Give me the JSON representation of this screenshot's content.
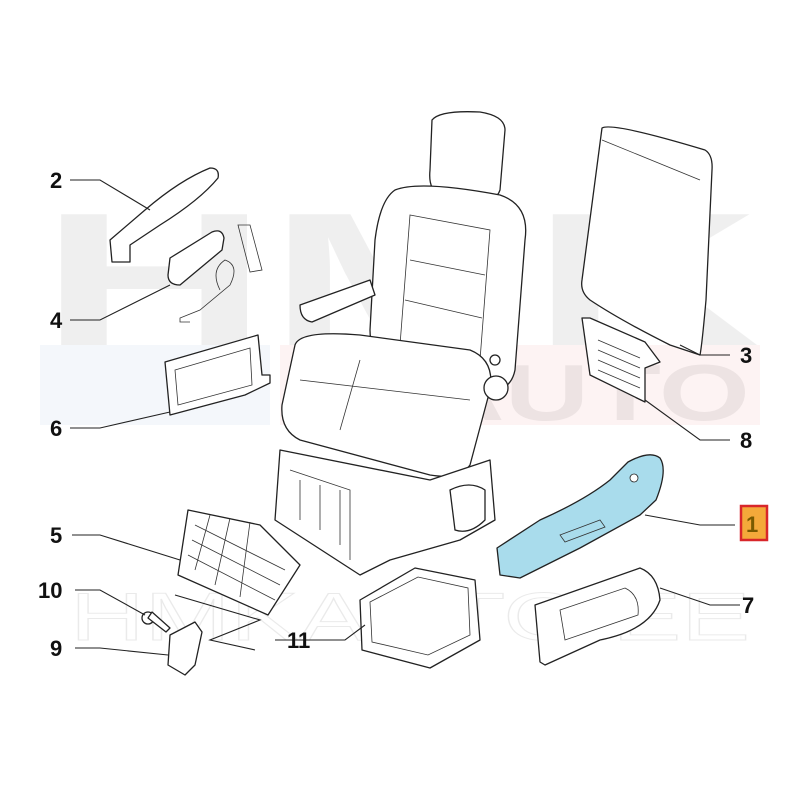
{
  "diagram": {
    "title": "Seat assembly exploded parts diagram",
    "watermark": {
      "top": "HMK",
      "middle": "AUTO",
      "bottom": "HMKAUTO.EE"
    },
    "callouts": [
      {
        "id": "2",
        "label": "2"
      },
      {
        "id": "4",
        "label": "4"
      },
      {
        "id": "6",
        "label": "6"
      },
      {
        "id": "5",
        "label": "5"
      },
      {
        "id": "10",
        "label": "10"
      },
      {
        "id": "9",
        "label": "9"
      },
      {
        "id": "11",
        "label": "11"
      },
      {
        "id": "1",
        "label": "1",
        "highlighted": true
      },
      {
        "id": "7",
        "label": "7"
      },
      {
        "id": "8",
        "label": "8"
      },
      {
        "id": "3",
        "label": "3"
      }
    ],
    "colors": {
      "highlight_part": "#a9dcec",
      "highlight_box_fill": "#f4a93a",
      "highlight_box_border": "#d8262a",
      "highlight_text": "#7a5a00"
    }
  }
}
